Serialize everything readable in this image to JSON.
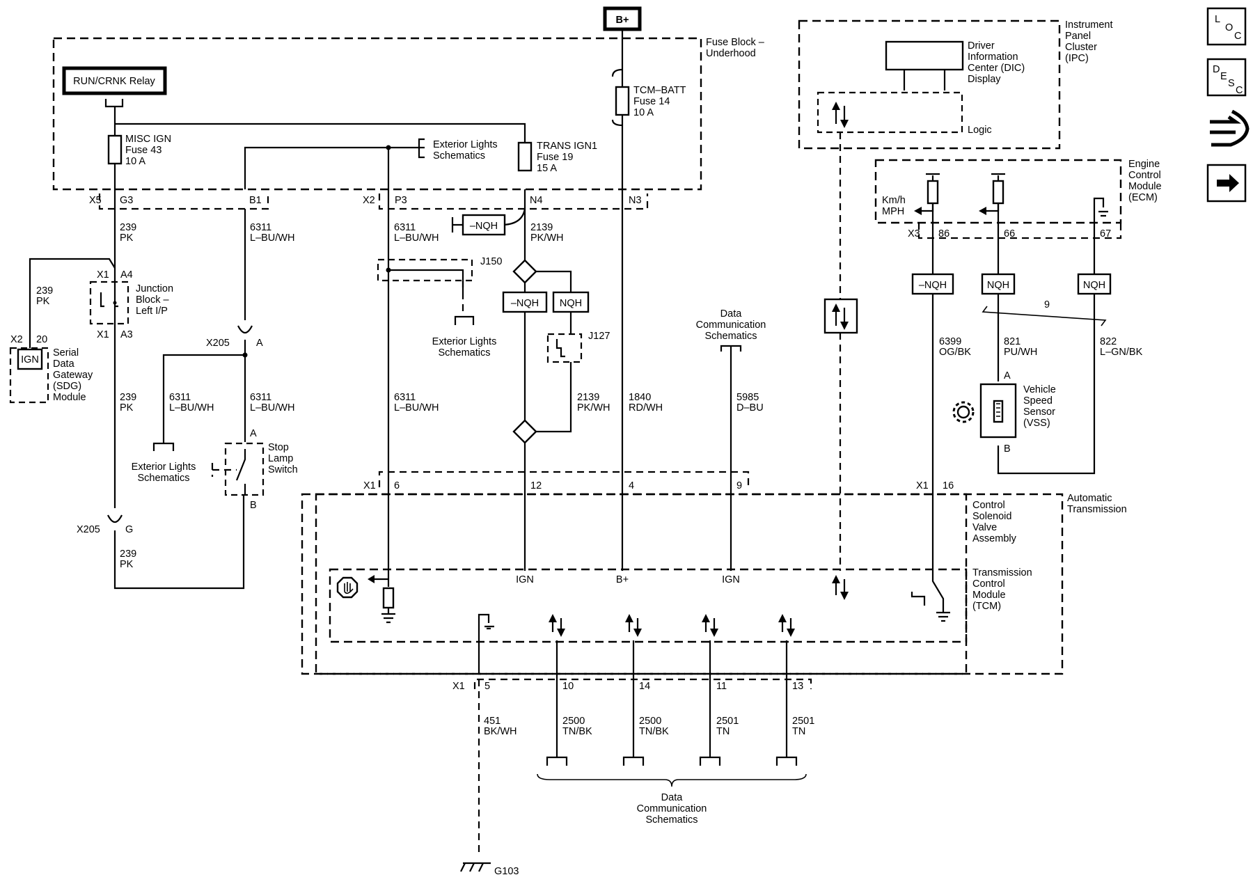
{
  "power": {
    "source": "B+"
  },
  "relay": {
    "label": "RUN/CRNK Relay"
  },
  "modules": {
    "fuse_block": [
      "Fuse Block –",
      "Underhood"
    ],
    "ipc": [
      "Instrument",
      "Panel",
      "Cluster",
      "(IPC)"
    ],
    "dic": [
      "Driver",
      "Information",
      "Center (DIC)",
      "Display"
    ],
    "logic": "Logic",
    "ecm": [
      "Engine",
      "Control",
      "Module",
      "(ECM)"
    ],
    "kmh": [
      "Km/h",
      "MPH"
    ],
    "junction_block": [
      "Junction",
      "Block –",
      "Left I/P"
    ],
    "sdg": [
      "Serial",
      "Data",
      "Gateway",
      "(SDG)",
      "Module"
    ],
    "ign_box": "IGN",
    "stop_lamp": [
      "Stop",
      "Lamp",
      "Switch"
    ],
    "vss": [
      "Vehicle",
      "Speed",
      "Sensor",
      "(VSS)"
    ],
    "automatic_transmission": [
      "Automatic",
      "Transmission"
    ],
    "csva": [
      "Control",
      "Solenoid",
      "Valve",
      "Assembly"
    ],
    "tcm": [
      "Transmission",
      "Control",
      "Module",
      "(TCM)"
    ],
    "tcm_pins": {
      "ign1": "IGN",
      "bplus": "B+",
      "ign2": "IGN"
    }
  },
  "fuses": [
    {
      "lines": [
        "MISC IGN",
        "Fuse 43",
        "10 A"
      ]
    },
    {
      "lines": [
        "TRANS IGN1",
        "Fuse 19",
        "15 A"
      ]
    },
    {
      "lines": [
        "TCM–BATT",
        "Fuse 14",
        "10 A"
      ]
    }
  ],
  "refs": {
    "ext1": [
      "Exterior Lights",
      "Schematics"
    ],
    "ext2": [
      "Exterior Lights",
      "Schematics"
    ],
    "ext3": [
      "Exterior Lights",
      "Schematics"
    ],
    "dcs1": [
      "Data",
      "Communication",
      "Schematics"
    ],
    "dcs2": [
      "Data",
      "Communication",
      "Schematics"
    ]
  },
  "connectors": {
    "x5": "X5",
    "g3": "G3",
    "b1": "B1",
    "x2": "X2",
    "p3": "P3",
    "n4": "N4",
    "n3": "N3",
    "x1_a4": "X1",
    "a4": "A4",
    "x1_a3": "X1",
    "a3": "A3",
    "x2_sdg": "X2",
    "p20": "20",
    "x205_a": "X205",
    "a": "A",
    "x205_g": "X205",
    "g": "G",
    "sw_a": "A",
    "sw_b": "B",
    "j150": "J150",
    "j127": "J127",
    "x3": "X3",
    "e86": "86",
    "e66": "66",
    "e67": "67",
    "x1_tcm": "X1",
    "t6": "6",
    "t12": "12",
    "t4": "4",
    "t9": "9",
    "x1_vss": "X1",
    "t16": "16",
    "vss_a": "A",
    "vss_b": "B",
    "twist": "9",
    "x1_bot": "X1",
    "b5": "5",
    "b10": "10",
    "b14": "14",
    "b11": "11",
    "b13": "13",
    "g103": "G103"
  },
  "splices": {
    "nqh1": "–NQH",
    "nqh2": "–NQH",
    "nqh3": "NQH",
    "nqh4": "–NQH",
    "nqh5": "NQH",
    "nqh6": "NQH"
  },
  "wires": {
    "w239a": [
      "239",
      "PK"
    ],
    "w239b": [
      "239",
      "PK"
    ],
    "w239c": [
      "239",
      "PK"
    ],
    "w239d": [
      "239",
      "PK"
    ],
    "w6311a": [
      "6311",
      "L–BU/WH"
    ],
    "w6311b": [
      "6311",
      "L–BU/WH"
    ],
    "w6311c": [
      "6311",
      "L–BU/WH"
    ],
    "w6311d": [
      "6311",
      "L–BU/WH"
    ],
    "w6311e": [
      "6311",
      "L–BU/WH"
    ],
    "w2139a": [
      "2139",
      "PK/WH"
    ],
    "w2139b": [
      "2139",
      "PK/WH"
    ],
    "w1840": [
      "1840",
      "RD/WH"
    ],
    "w5985": [
      "5985",
      "D–BU"
    ],
    "w6399": [
      "6399",
      "OG/BK"
    ],
    "w821": [
      "821",
      "PU/WH"
    ],
    "w822": [
      "822",
      "L–GN/BK"
    ],
    "w451": [
      "451",
      "BK/WH"
    ],
    "w2500a": [
      "2500",
      "TN/BK"
    ],
    "w2500b": [
      "2500",
      "TN/BK"
    ],
    "w2501a": [
      "2501",
      "TN"
    ],
    "w2501b": [
      "2501",
      "TN"
    ]
  },
  "nav": {
    "loc": [
      "L",
      "O",
      "C"
    ],
    "desc": [
      "D",
      "E",
      "S",
      "C"
    ],
    "connector_icon": "connector-icon",
    "next_icon": "arrow-right-icon"
  }
}
